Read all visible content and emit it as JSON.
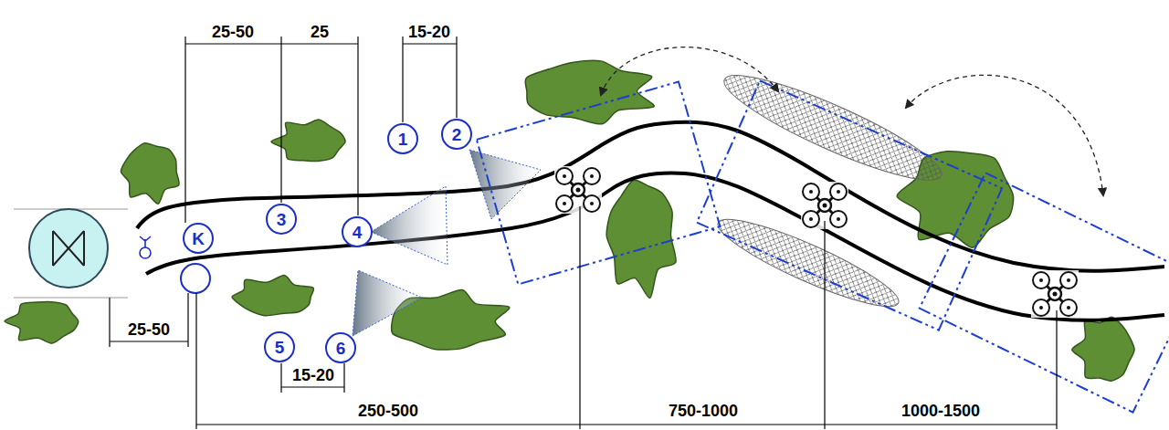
{
  "diagram": {
    "nodes": [
      {
        "text": [
          "1"
        ]
      },
      {
        "text": [
          "2"
        ]
      },
      {
        "text": [
          "K"
        ]
      },
      {
        "text": [
          "3"
        ]
      },
      {
        "text": [
          "4"
        ]
      },
      {
        "text": [
          "5"
        ]
      },
      {
        "text": [
          "6"
        ]
      }
    ],
    "edges": [],
    "labels": [
      "25-50",
      "25",
      "15-20",
      "25-50",
      "15-20",
      "250-500",
      "750-1000",
      "1000-1500"
    ]
  }
}
